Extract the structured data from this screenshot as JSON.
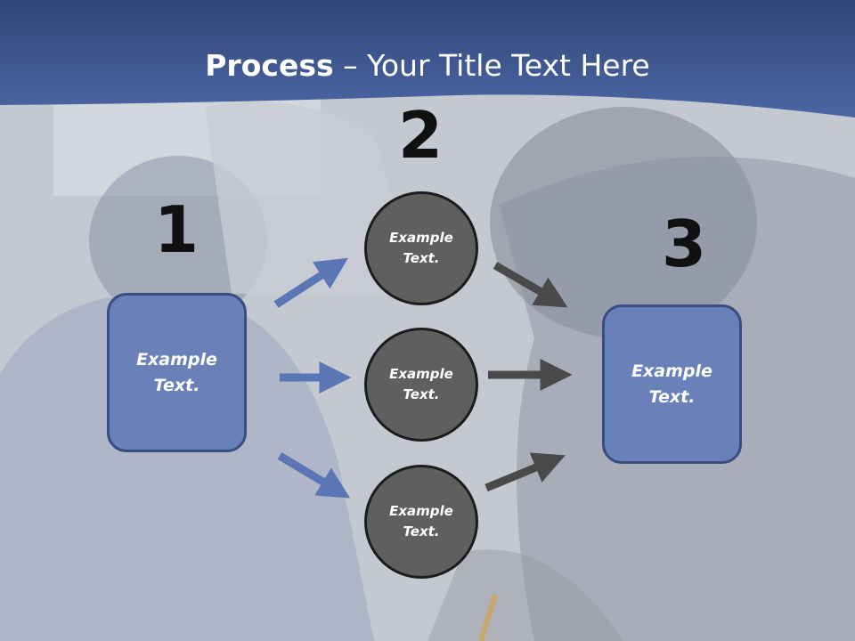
{
  "title": {
    "bold": "Process",
    "rest": " – Your Title Text Here"
  },
  "steps": {
    "one": "1",
    "two": "2",
    "three": "3"
  },
  "left_box": {
    "text": "Example Text."
  },
  "circles": [
    {
      "text": "Example Text."
    },
    {
      "text": "Example Text."
    },
    {
      "text": "Example Text."
    }
  ],
  "right_box": {
    "text": "Example Text."
  },
  "colors": {
    "header": "#3a5590",
    "box_fill": "#6a80b8",
    "circle_fill": "#5f5f5f",
    "arrow_blue": "#5b76b5",
    "arrow_gray": "#4a4a4a"
  }
}
